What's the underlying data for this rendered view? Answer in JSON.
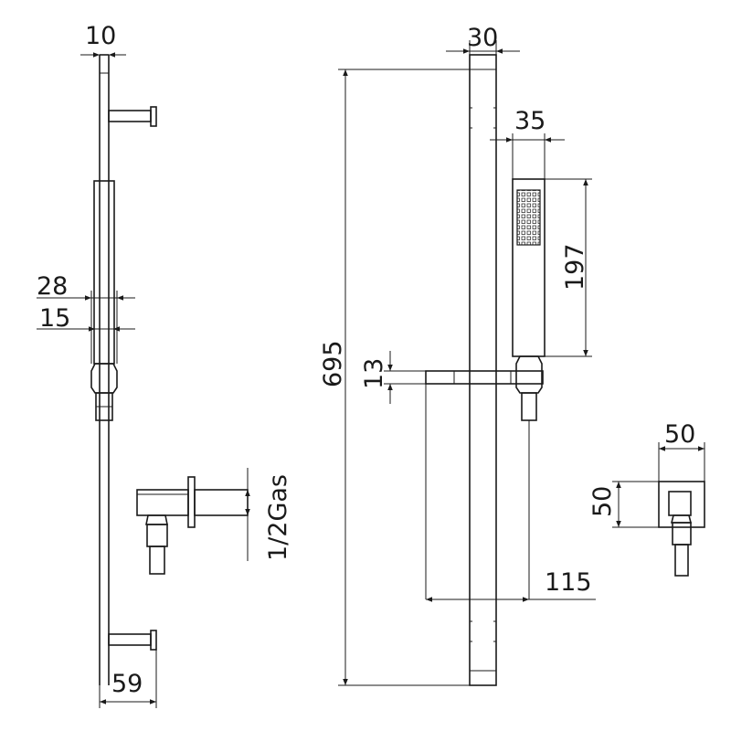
{
  "dimensions": {
    "rail_width_side": "10",
    "rail_depth": "30",
    "handset_width": "35",
    "handset_length": "197",
    "total_height": "695",
    "holder_thickness": "13",
    "holder_projection": "115",
    "holder_outer": "28",
    "holder_inner": "15",
    "bracket_projection": "59",
    "outlet_thread": "1/2Gas",
    "outlet_width": "50",
    "outlet_height": "50"
  },
  "colors": {
    "line": "#1a1a1a",
    "background": "#ffffff"
  }
}
